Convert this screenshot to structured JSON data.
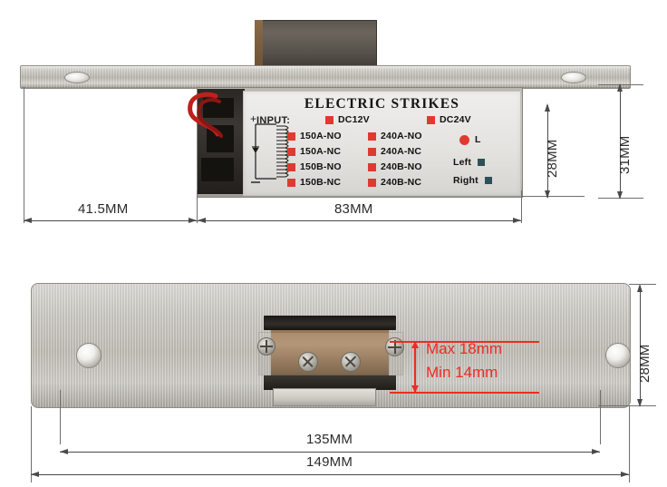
{
  "product": {
    "label_title": "ELECTRIC STRIKES",
    "input_label": "INPUT:",
    "voltages": [
      {
        "label": "DC12V",
        "marker": "square",
        "color": "#e03a30"
      },
      {
        "label": "DC24V",
        "marker": "square",
        "color": "#e03a30"
      }
    ],
    "models_column_1": [
      {
        "label": "150A-NO",
        "marker": "square"
      },
      {
        "label": "150A-NC",
        "marker": "square"
      },
      {
        "label": "150B-NO",
        "marker": "square"
      },
      {
        "label": "150B-NC",
        "marker": "square"
      }
    ],
    "models_column_2": [
      {
        "label": "240A-NO",
        "marker": "square"
      },
      {
        "label": "240A-NC",
        "marker": "square"
      },
      {
        "label": "240B-NO",
        "marker": "square"
      },
      {
        "label": "240B-NC",
        "marker": "square"
      }
    ],
    "indicators": [
      {
        "label": "L",
        "marker": "circle",
        "color": "#e03a30"
      },
      {
        "label": "Left",
        "marker": "square",
        "color": "#2c5158"
      },
      {
        "label": "Right",
        "marker": "square",
        "color": "#2c5158"
      }
    ],
    "schematic": "coil-diode-circuit",
    "schematic_plus": "+",
    "schematic_minus": "−"
  },
  "dimensions": {
    "side_view": {
      "faceplate_tail": "41.5MM",
      "body_length": "83MM",
      "body_height": "28MM",
      "overall_height": "31MM"
    },
    "front_view": {
      "inner_width": "135MM",
      "overall_width": "149MM",
      "plate_height": "28MM",
      "jaw_max": "Max 18mm",
      "jaw_min": "Min 14mm"
    }
  },
  "colors": {
    "dimension_line": "#4a4a4a",
    "red_annotation": "#ef2b24",
    "marker_red": "#e03a30",
    "marker_teal": "#2c5158",
    "metal_light": "#d5d3cd",
    "metal_dark": "#9e9b94"
  }
}
